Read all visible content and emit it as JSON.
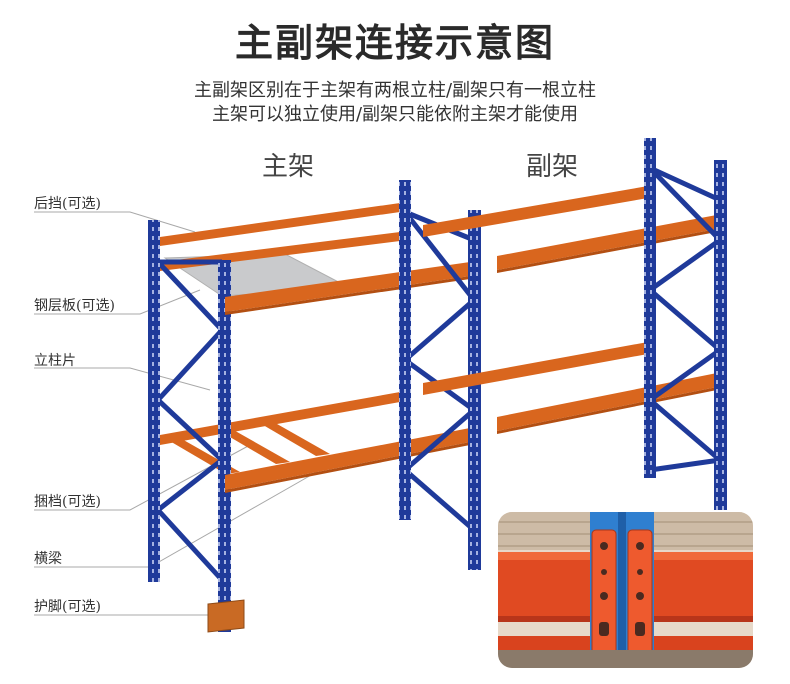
{
  "title": "主副架连接示意图",
  "subtitle_line1": "主副架区别在于主架有两根立柱/副架只有一根立柱",
  "subtitle_line2": "主架可以独立使用/副架只能依附主架才能使用",
  "frames": {
    "main_label": "主架",
    "sub_label": "副架"
  },
  "callouts": [
    {
      "label": "后挡(可选)"
    },
    {
      "label": "钢层板(可选)"
    },
    {
      "label": "立柱片"
    },
    {
      "label": "捆档(可选)"
    },
    {
      "label": "横梁"
    },
    {
      "label": "护脚(可选)"
    }
  ],
  "colors": {
    "upright": "#1f3a9a",
    "upright_dark": "#142a78",
    "beam": "#d9661e",
    "beam_dark": "#b34f12",
    "shelf": "#c9cacc",
    "leader": "#a8a8a8"
  }
}
